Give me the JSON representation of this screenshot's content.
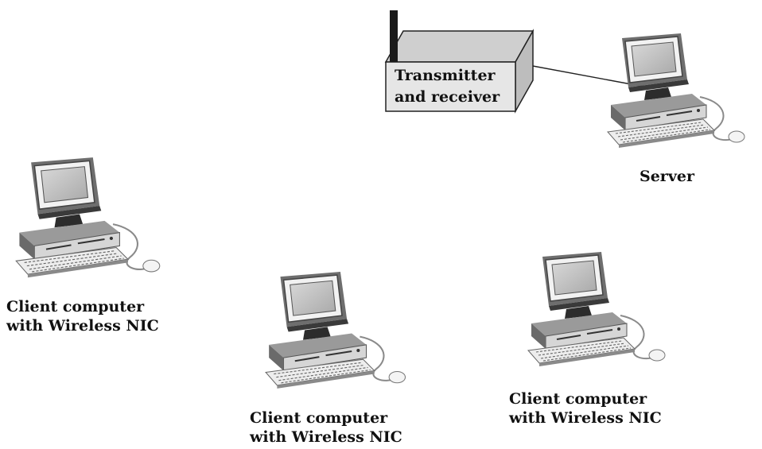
{
  "transceiver": {
    "line1": "Transmitter",
    "line2": "and receiver"
  },
  "server": {
    "label": "Server"
  },
  "clients": [
    {
      "line1": "Client computer",
      "line2": "with Wireless NIC"
    },
    {
      "line1": "Client computer",
      "line2": "with Wireless NIC"
    },
    {
      "line1": "Client computer",
      "line2": "with Wireless NIC"
    }
  ],
  "colors": {
    "box_face": "#e6e6e6",
    "box_top": "#cfcfcf",
    "box_side": "#bdbdbd",
    "antenna": "#1a1a1a",
    "link_line": "#222222",
    "label_text": "#111111"
  }
}
